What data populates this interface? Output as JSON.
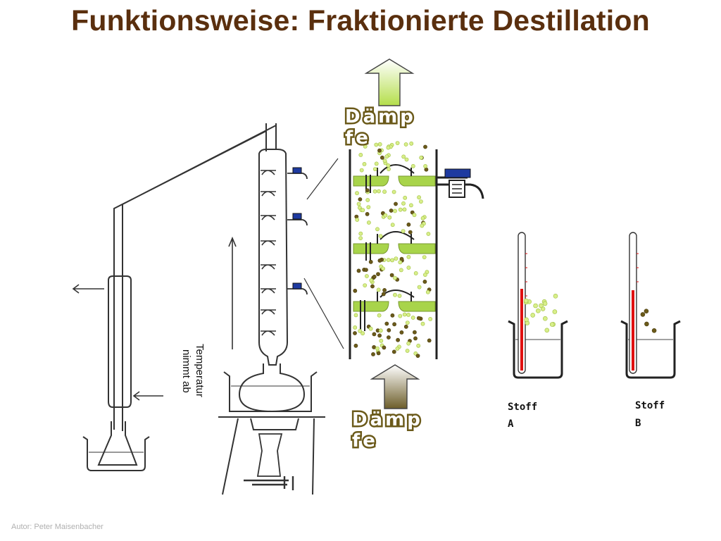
{
  "title": "Funktionsweise: Fraktionierte Destillation",
  "labels": {
    "vapor_top": [
      "Dämp",
      "fe"
    ],
    "vapor_bottom": [
      "Dämp",
      "fe"
    ],
    "temperature": [
      "Temperatur",
      "nimmt ab"
    ],
    "substance_a": [
      "Stoff",
      "A"
    ],
    "substance_b": [
      "Stoff",
      "B"
    ]
  },
  "author": "Autor: Peter Maisenbacher",
  "colors": {
    "title": "#5a2f0e",
    "light_particle": "#c6e26b",
    "dark_particle": "#6b5a1a",
    "tray_green": "#a8d44a",
    "thermometer_red": "#e01010",
    "valve_blue": "#1e3aa0"
  }
}
